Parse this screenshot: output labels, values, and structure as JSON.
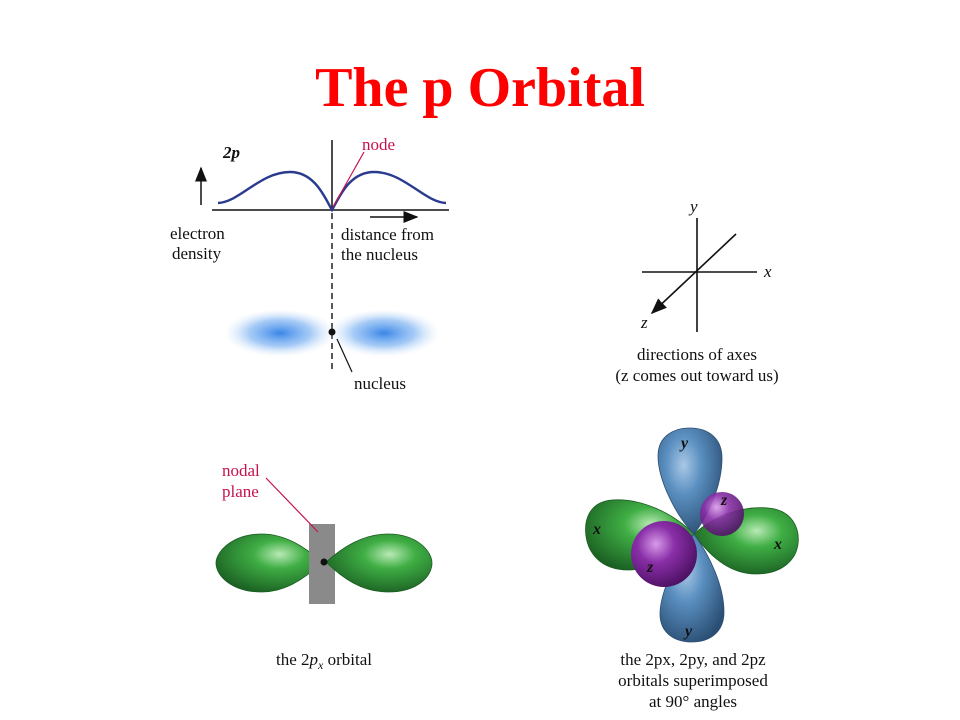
{
  "title": "The p Orbital",
  "density_plot": {
    "orbital_label": "2p",
    "node_label": "node",
    "y_axis_label_line1": "electron",
    "y_axis_label_line2": "density",
    "x_axis_label_line1": "distance from",
    "x_axis_label_line2": "the nucleus",
    "nucleus_label": "nucleus"
  },
  "axes_diagram": {
    "x": "x",
    "y": "y",
    "z": "z",
    "caption_line1": "directions of axes",
    "caption_line2": "(z comes out toward us)"
  },
  "px_orbital": {
    "nodal_label_line1": "nodal",
    "nodal_label_line2": "plane",
    "caption_pre": "the 2",
    "caption_p": "p",
    "caption_sub": "x",
    "caption_post": " orbital"
  },
  "superimposed": {
    "label_x": "x",
    "label_y": "y",
    "label_z": "z",
    "caption_line1": "the 2px, 2py, and 2pz",
    "caption_line2": "orbitals superimposed",
    "caption_line3": "at 90° angles"
  },
  "colors": {
    "title": "#ff0000",
    "curve": "#2a3b8f",
    "label_accent": "#c5124e",
    "density_blue": "#3d8ee8",
    "lobe_green": "#2f9e3c",
    "lobe_blue": "#5a8fc0",
    "lobe_purple": "#8a2fa8",
    "nodal_plane": "#8a8a8a"
  }
}
